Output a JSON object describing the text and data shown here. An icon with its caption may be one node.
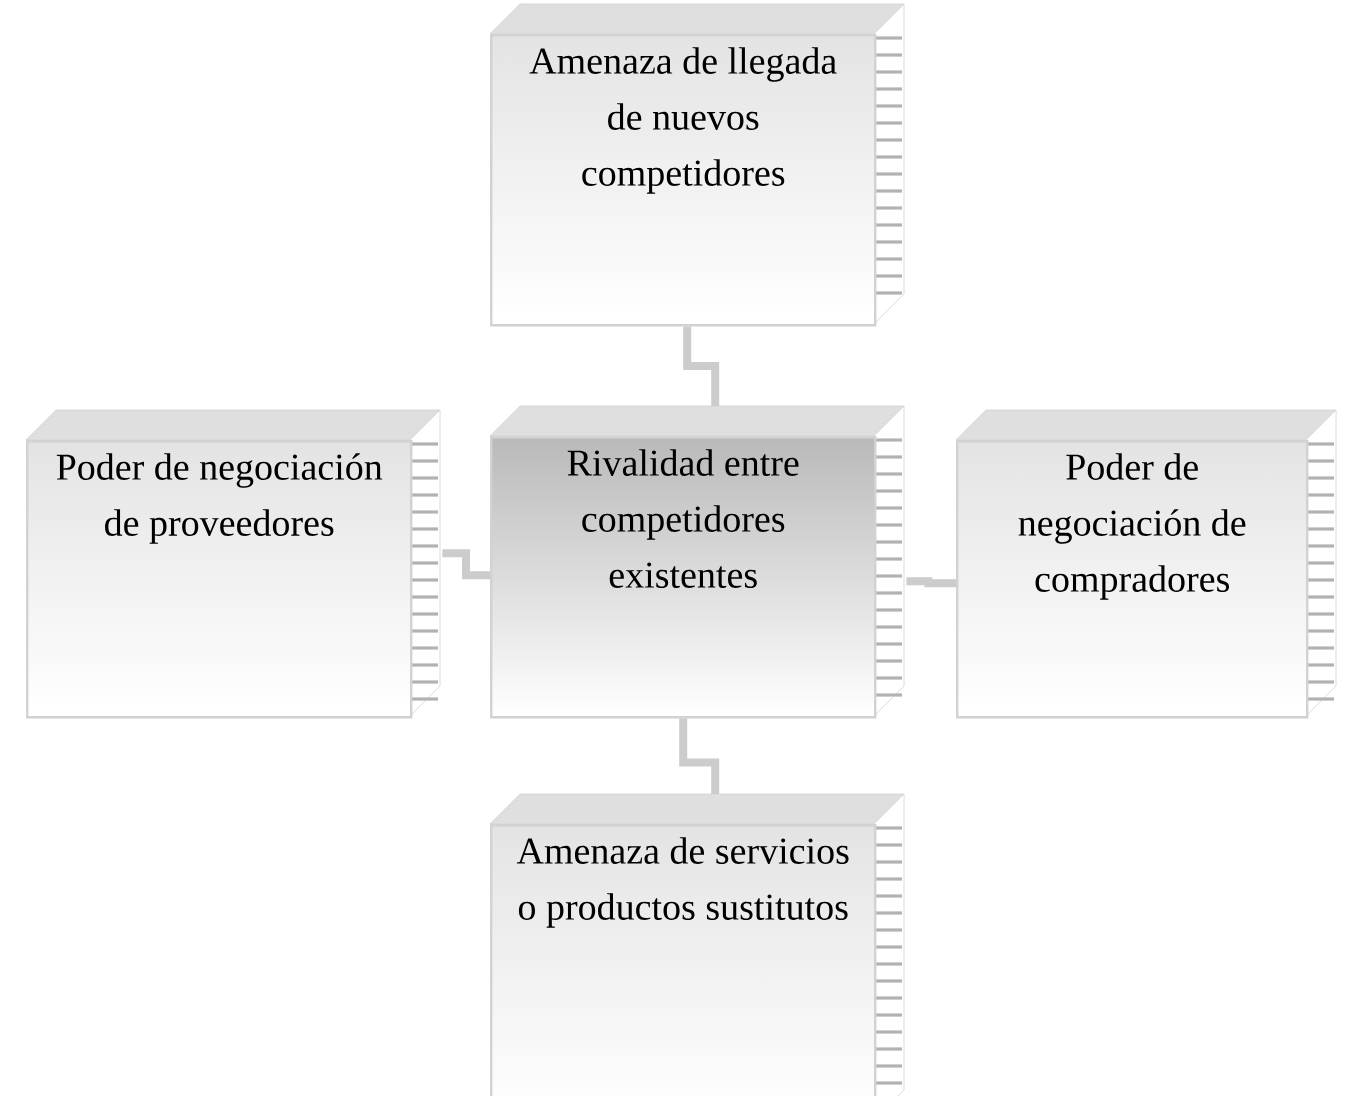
{
  "diagram": {
    "nodes": [
      {
        "text": [
          "Amenaza de llegada de nuevos competidores"
        ]
      },
      {
        "text": [
          "Poder de negociación de proveedores"
        ]
      },
      {
        "text": [
          "Rivalidad entre competidores existentes"
        ]
      },
      {
        "text": [
          "Poder de negociación de compradores"
        ]
      },
      {
        "text": [
          "Amenaza de servicios o productos sustitutos"
        ]
      }
    ],
    "edges": [
      {
        "from": 2,
        "to": 0,
        "arrow": "none"
      },
      {
        "from": 2,
        "to": 1,
        "arrow": "none"
      },
      {
        "from": 2,
        "to": 3,
        "arrow": "none"
      },
      {
        "from": 2,
        "to": 4,
        "arrow": "none"
      }
    ]
  }
}
